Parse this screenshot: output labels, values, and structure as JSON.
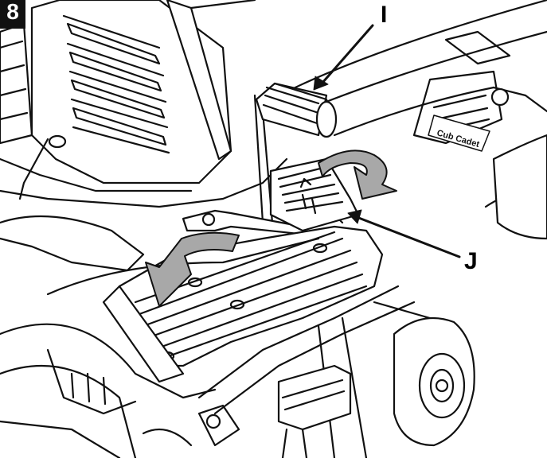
{
  "figure": {
    "number": "8",
    "callouts": [
      {
        "id": "callout-i",
        "label": "I"
      },
      {
        "id": "callout-j",
        "label": "J"
      }
    ],
    "decal_text": "Cub Cadet"
  },
  "colors": {
    "line": "#111111",
    "arrow_fill": "#a8a8a8",
    "background": "#ffffff"
  }
}
